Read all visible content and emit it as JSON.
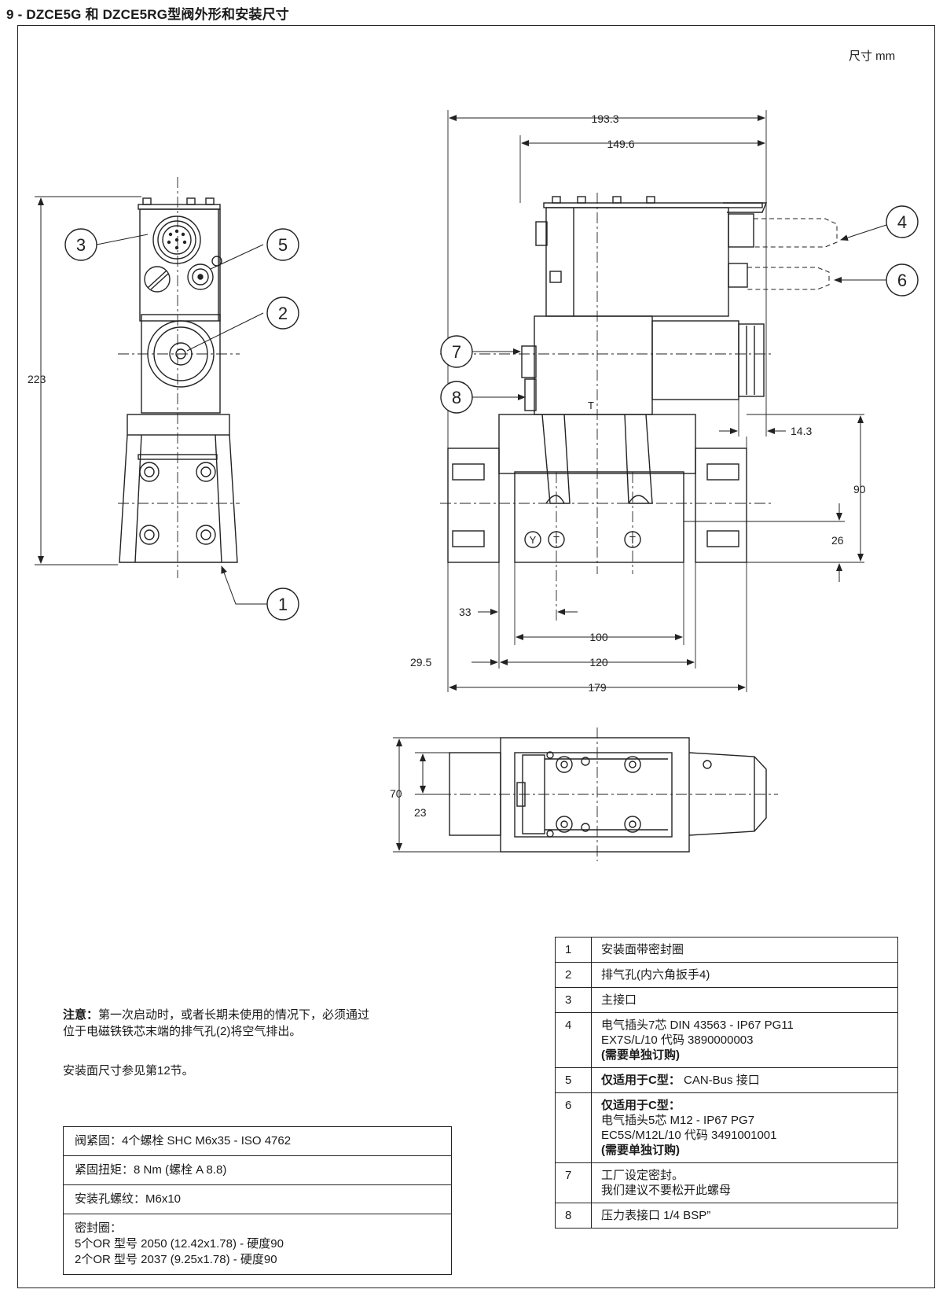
{
  "page": {
    "title": "9 - DZCE5G 和 DZCE5RG型阀外形和安装尺寸",
    "unit": "尺寸  mm"
  },
  "dimensions": {
    "d193": "193.3",
    "d149": "149.6",
    "d223": "223",
    "d143": "14.3",
    "d90": "90",
    "d26": "26",
    "d33": "33",
    "d100": "100",
    "d29": "29.5",
    "d120": "120",
    "d179": "179",
    "d70": "70",
    "d23": "23"
  },
  "callouts": [
    "1",
    "2",
    "3",
    "4",
    "5",
    "6",
    "7",
    "8"
  ],
  "ports": {
    "y": "Y",
    "t": "T"
  },
  "note": {
    "label": "注意：",
    "line1": "第一次启动时，或者长期未使用的情况下，必须通过",
    "line2": "位于电磁铁铁芯末端的排气孔(2)将空气排出。",
    "reference": "安装面尺寸参见第12节。"
  },
  "spec_rows": [
    "阀紧固：4个螺栓 SHC M6x35 - ISO 4762",
    "紧固扭矩：8 Nm (螺栓 A 8.8)",
    "安装孔螺纹：M6x10",
    "密封圈：",
    "5个OR 型号 2050 (12.42x1.78) - 硬度90",
    "2个OR 型号 2037 (9.25x1.78) - 硬度90"
  ],
  "legend": [
    {
      "num": "1",
      "lines": [
        "安装面带密封圈"
      ]
    },
    {
      "num": "2",
      "lines": [
        "排气孔(内六角扳手4)"
      ]
    },
    {
      "num": "3",
      "lines": [
        "主接口"
      ]
    },
    {
      "num": "4",
      "lines": [
        "电气插头7芯 DIN 43563 - IP67 PG11",
        "EX7S/L/10 代码 3890000003",
        "(需要单独订购)"
      ]
    },
    {
      "num": "5",
      "bold": "仅适用于C型：",
      "lines": [
        " CAN-Bus 接口"
      ]
    },
    {
      "num": "6",
      "bold": "仅适用于C型：",
      "lines": [
        "电气插头5芯 M12 - IP67 PG7",
        "EC5S/M12L/10 代码 3491001001",
        "(需要单独订购)"
      ]
    },
    {
      "num": "7",
      "lines": [
        "工厂设定密封。",
        "我们建议不要松开此螺母"
      ]
    },
    {
      "num": "8",
      "lines": [
        "压力表接口 1/4 BSP”"
      ]
    }
  ]
}
